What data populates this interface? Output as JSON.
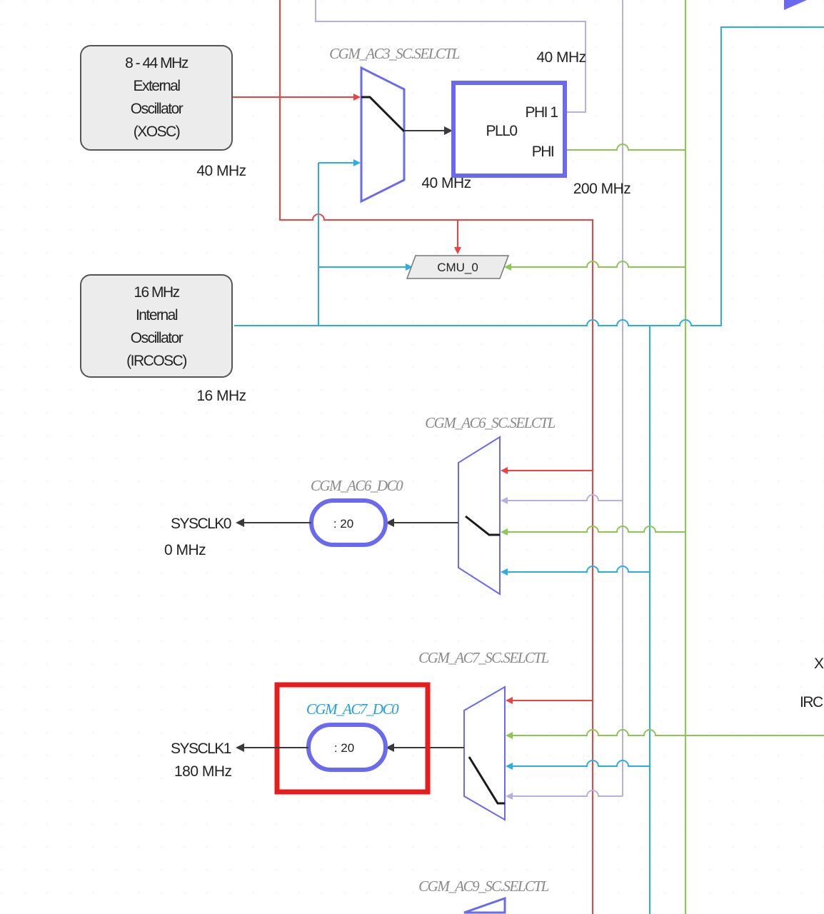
{
  "colors": {
    "xosc_red": "#f04040",
    "ircosc_blue": "#29aee6",
    "pll_green": "#8cc850",
    "phi1_lavender": "#b8aee0",
    "block_blue": "#6a6af0",
    "highlight_red": "#e81c1c",
    "arrow_dark": "#3a3a3a"
  },
  "xosc": {
    "line1": "8 - 44 MHz",
    "line2": "External",
    "line3": "Oscillator",
    "line4": "(XOSC)",
    "freq": "40 MHz"
  },
  "ircosc": {
    "line1": "16 MHz",
    "line2": "Internal",
    "line3": "Oscillator",
    "line4": "(IRCOSC)",
    "freq": "16 MHz"
  },
  "ac3": {
    "selector": "CGM_AC3_SC.SELCTL",
    "out_freq": "40 MHz"
  },
  "pll0": {
    "name": "PLL0",
    "phi1": "PHI 1",
    "phi": "PHI",
    "phi1_freq": "40 MHz",
    "phi_freq": "200 MHz"
  },
  "cmu0": {
    "label": "CMU_0"
  },
  "ac6": {
    "selector": "CGM_AC6_SC.SELCTL",
    "divider_name": "CGM_AC6_DC0",
    "divider": ": 20",
    "output": "SYSCLK0",
    "output_freq": "0 MHz"
  },
  "ac7": {
    "selector": "CGM_AC7_SC.SELCTL",
    "divider_name": "CGM_AC7_DC0",
    "divider": ": 20",
    "output": "SYSCLK1",
    "output_freq": "180 MHz"
  },
  "ac9": {
    "selector": "CGM_AC9_SC.SELCTL"
  },
  "edge": {
    "partial1": "X",
    "partial2": "IRC"
  }
}
